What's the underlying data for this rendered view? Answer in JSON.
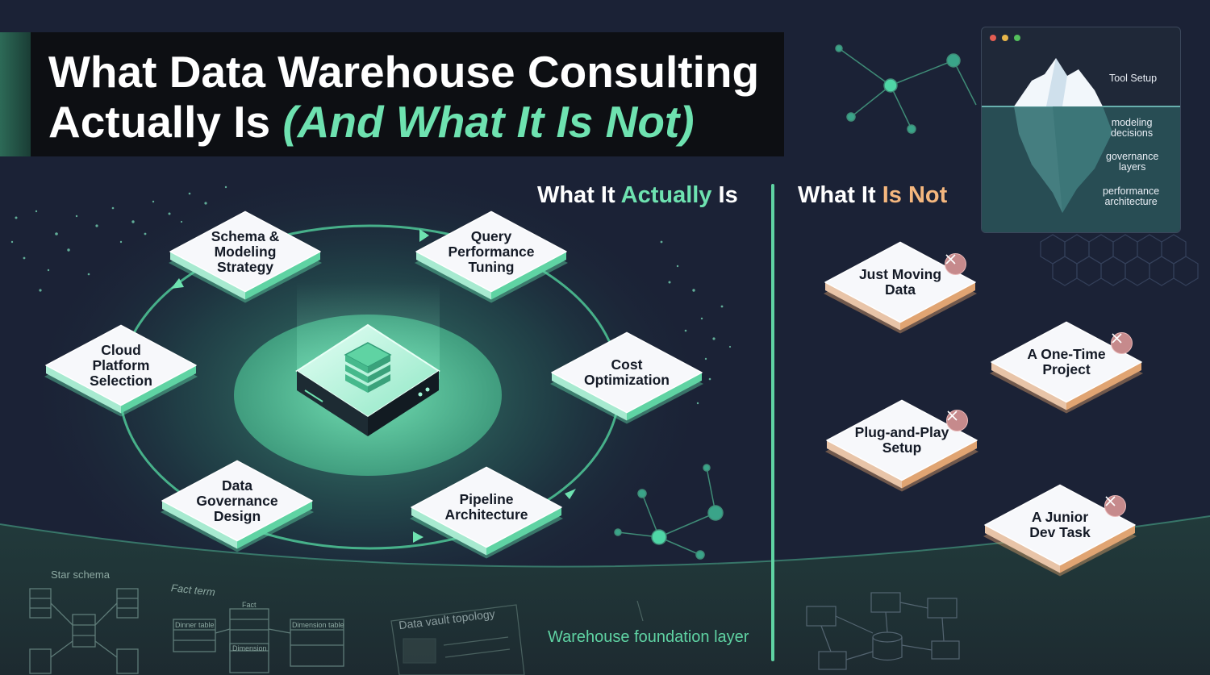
{
  "title": {
    "line1": "What Data Warehouse Consulting",
    "line2_plain": "Actually Is ",
    "line2_accent": "(And What It Is Not)"
  },
  "section_is": {
    "prefix": "What It ",
    "highlight": "Actually",
    "suffix": " Is"
  },
  "section_not": {
    "prefix": "What It ",
    "highlight": "Is Not"
  },
  "is_nodes": [
    {
      "lines": [
        "Schema &",
        "Modeling",
        "Strategy"
      ]
    },
    {
      "lines": [
        "Query",
        "Performance",
        "Tuning"
      ]
    },
    {
      "lines": [
        "Cost",
        "Optimization"
      ]
    },
    {
      "lines": [
        "Pipeline",
        "Architecture"
      ]
    },
    {
      "lines": [
        "Data",
        "Governance",
        "Design"
      ]
    },
    {
      "lines": [
        "Cloud",
        "Platform",
        "Selection"
      ]
    }
  ],
  "not_nodes": [
    {
      "lines": [
        "Just Moving",
        "Data"
      ]
    },
    {
      "lines": [
        "A One-Time",
        "Project"
      ]
    },
    {
      "lines": [
        "Plug-and-Play",
        "Setup"
      ]
    },
    {
      "lines": [
        "A Junior",
        "Dev Task"
      ]
    }
  ],
  "iceberg": {
    "tip": "Tool Setup",
    "hidden_1": [
      "modeling",
      "decisions"
    ],
    "hidden_2": [
      "governance",
      "layers"
    ],
    "hidden_3": [
      "performance",
      "architecture"
    ]
  },
  "foundation_label": "Warehouse foundation layer",
  "sketch_labels": {
    "star_schema": "Star schema",
    "fact_term": "Fact term",
    "fact": "Fact",
    "dinner_table": "Dinner table",
    "dimension_table": "Dimension table",
    "dimension": "Dimension",
    "data_vault": "Data vault topology"
  },
  "colors": {
    "background": "#1b2236",
    "accent_green": "#6ee2b0",
    "accent_orange": "#f5b77e",
    "title_bar": "#0d0f13",
    "window_dot_red": "#e25d52",
    "window_dot_yellow": "#e7b54a",
    "window_dot_green": "#53bf5c"
  }
}
